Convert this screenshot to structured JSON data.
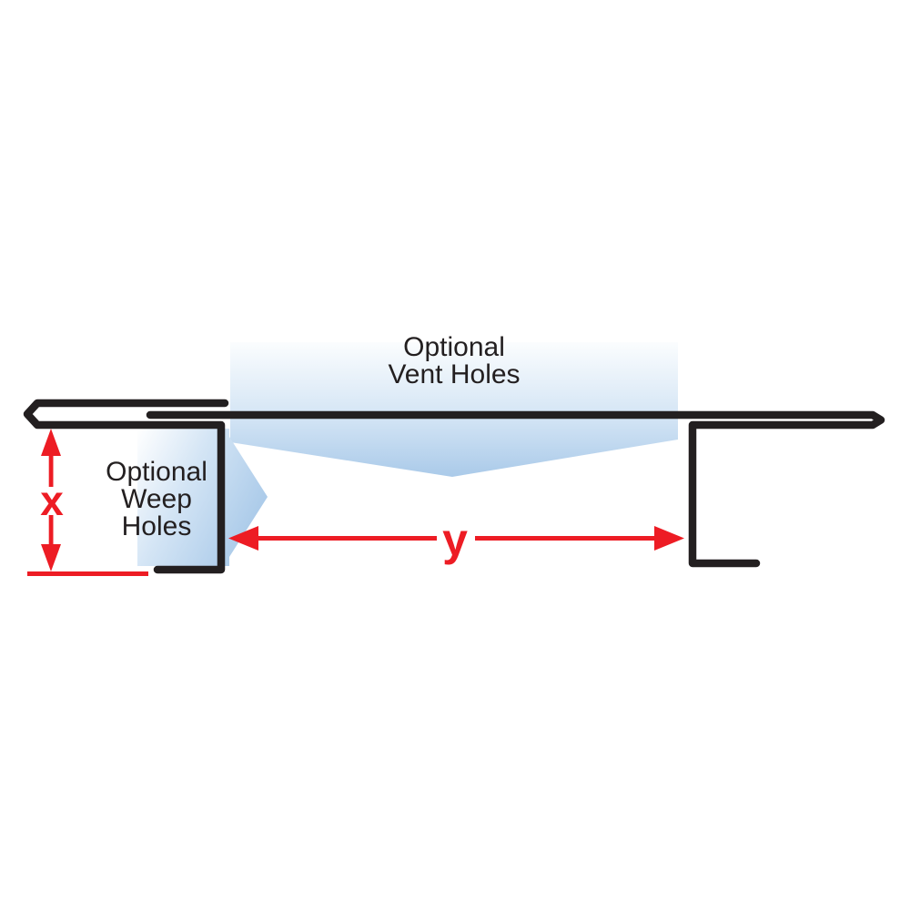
{
  "diagram": {
    "vent_label": {
      "lines": [
        "Optional",
        "Vent Holes"
      ]
    },
    "weep_label": {
      "lines": [
        "Optional",
        "Weep",
        "Holes"
      ]
    },
    "dimension_labels": {
      "x": "x",
      "y": "y"
    },
    "colors": {
      "profile_black": "#231f20",
      "dimension_red": "#ed1c24",
      "label_text": "#231f20",
      "highlight_blue_light": "#fbfdfe",
      "highlight_blue_mid": "#d4e5f5",
      "highlight_blue_deep": "#aacae9"
    }
  }
}
